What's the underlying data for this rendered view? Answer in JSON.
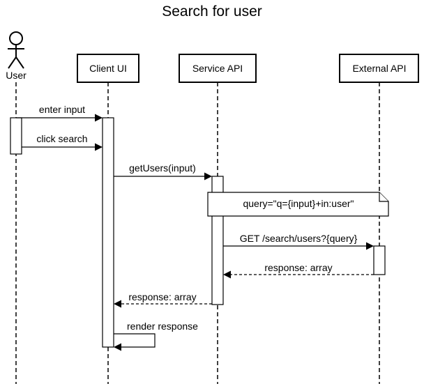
{
  "title": "Search for user",
  "actor": {
    "label": "User",
    "icon": "stick-figure-icon"
  },
  "participants": [
    "Client UI",
    "Service API",
    "External API"
  ],
  "messages": [
    {
      "label": "enter input",
      "style": "solid"
    },
    {
      "label": "click search",
      "style": "solid"
    },
    {
      "label": "getUsers(input)",
      "style": "solid"
    },
    {
      "label": "GET /search/users?{query}",
      "style": "solid"
    },
    {
      "label": "response: array",
      "style": "dashed"
    },
    {
      "label": "response: array",
      "style": "dashed"
    },
    {
      "label": "render response",
      "style": "solid-self"
    }
  ],
  "note": {
    "text": "query=\"q={input}+in:user\""
  },
  "colors": {
    "line": "#000000",
    "background": "#ffffff"
  }
}
